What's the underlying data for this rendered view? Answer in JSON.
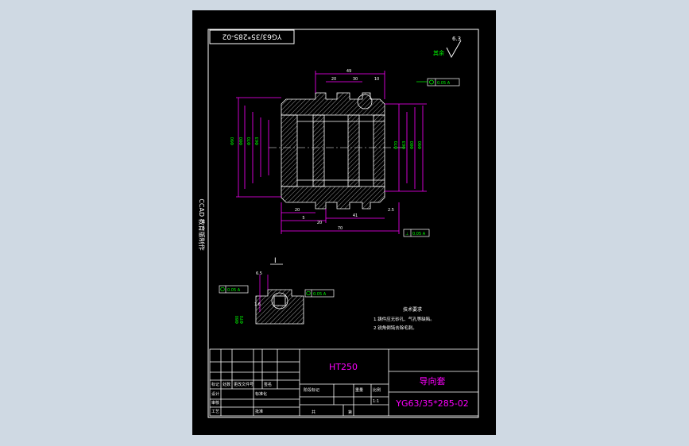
{
  "title_box": {
    "text": "YG63/35*285-02"
  },
  "roughness": {
    "label": "其余",
    "value": "6.3"
  },
  "side_label": {
    "text": "CCAD 教育版制作"
  },
  "detail": {
    "label": "I"
  },
  "tolerances": {
    "top_right": "0.05 A",
    "bottom": "0.05 A",
    "detail_left": "0.05 A",
    "detail_right": "0.05 A",
    "datum": "A"
  },
  "dimensions": {
    "top": "49",
    "d1": "20",
    "d2": "30",
    "d3": "10",
    "left1": "20",
    "left2": "5",
    "bottom1": "20",
    "bottom2": "41",
    "bottom3": "70",
    "right1": "2.5",
    "detail1": "6.5",
    "detail2": "1.6"
  },
  "notes": {
    "heading": "技术要求",
    "line1": "1.铸件应无砂孔、气孔等缺陷。",
    "line2": "2.锐角倒钝去除毛刺。"
  },
  "title_block": {
    "material": "HT250",
    "part_name": "导向套",
    "drawing_no": "YG63/35*285-02",
    "row_labels": [
      "标记",
      "设计",
      "审核",
      "工艺"
    ],
    "header_labels": [
      "处数",
      "更改文件号",
      "签名"
    ],
    "col_labels": [
      "标准化",
      "批准"
    ],
    "stage_label": "阶段标记",
    "weight_label": "重量",
    "scale_label": "比例",
    "scale_value": "1:1",
    "sheet_label": "共",
    "sheet_label2": "第"
  }
}
